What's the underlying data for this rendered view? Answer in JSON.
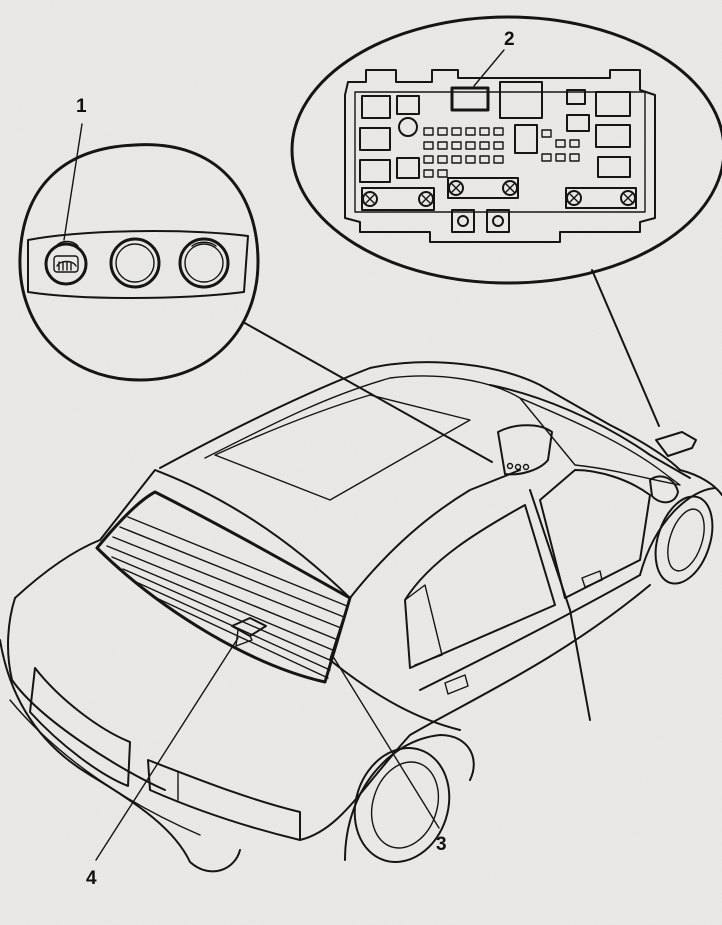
{
  "callouts": {
    "c1": "1",
    "c2": "2",
    "c3": "3",
    "c4": "4"
  },
  "colors": {
    "background": "#ecebea",
    "line": "#151515"
  }
}
